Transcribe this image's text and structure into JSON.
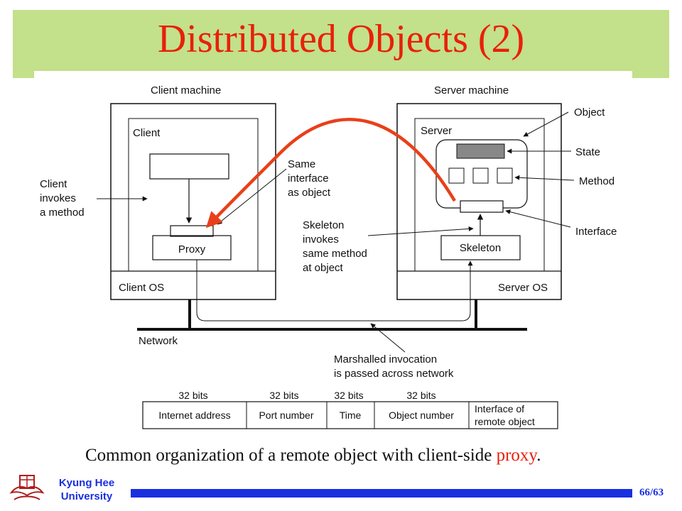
{
  "slide": {
    "title": "Distributed Objects (2)",
    "caption_main": "Common organization of a remote object with client-side ",
    "caption_highlight": "proxy",
    "caption_end": ".",
    "page": "66/63",
    "university_line1": "Kyung Hee",
    "university_line2": "University"
  },
  "diagram": {
    "client_machine": "Client machine",
    "server_machine": "Server machine",
    "client": "Client",
    "server": "Server",
    "proxy": "Proxy",
    "skeleton": "Skeleton",
    "client_os": "Client OS",
    "server_os": "Server OS",
    "network": "Network",
    "client_invokes": [
      "Client",
      "invokes",
      "a method"
    ],
    "same_interface": [
      "Same",
      "interface",
      "as object"
    ],
    "skeleton_invokes": [
      "Skeleton",
      "invokes",
      "same method",
      "at object"
    ],
    "object": "Object",
    "state": "State",
    "method": "Method",
    "interface": "Interface",
    "marshalled": [
      "Marshalled invocation",
      "is passed across network"
    ]
  },
  "reference": {
    "bits": [
      "32 bits",
      "32 bits",
      "32 bits",
      "32 bits"
    ],
    "cells": [
      "Internet address",
      "Port number",
      "Time",
      "Object number"
    ],
    "last_cell": [
      "Interface of",
      "remote object"
    ]
  },
  "colors": {
    "title": "#e8200a",
    "band": "#c3e08a",
    "footer": "#1a2fe0",
    "arrow": "#e8401a"
  }
}
